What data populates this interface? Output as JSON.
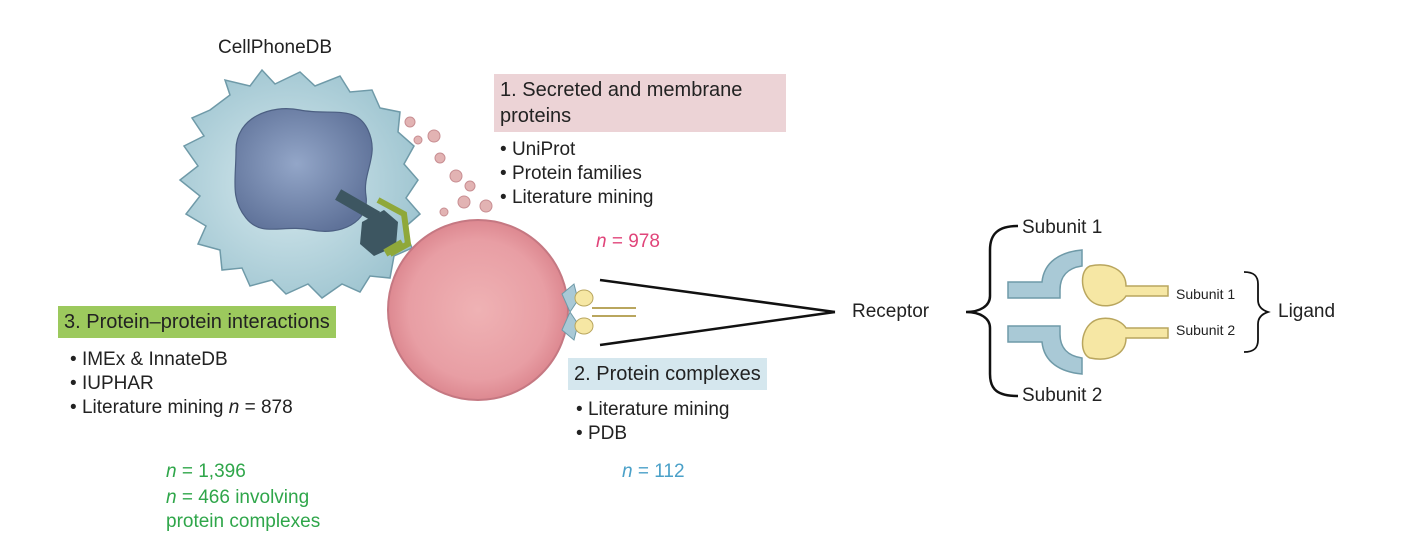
{
  "title": "CellPhoneDB",
  "section1": {
    "heading": "1. Secreted and membrane proteins",
    "bullets": [
      "UniProt",
      "Protein families",
      "Literature mining"
    ],
    "count_var": "n",
    "count_text": " = 978"
  },
  "section2": {
    "heading": "2. Protein complexes",
    "bullets": [
      "Literature mining",
      "PDB"
    ],
    "count_var": "n",
    "count_text": " = 112"
  },
  "section3": {
    "heading": "3. Protein–protein interactions",
    "bullets": [
      "IMEx & InnateDB",
      "IUPHAR",
      "Literature mining "
    ],
    "bullet3_count_var": "n",
    "bullet3_count_text": " = 878",
    "total_var": "n",
    "total_text": " = 1,396",
    "complex_var": "n",
    "complex_text_line1": " = 466 involving",
    "complex_text_line2": "protein complexes"
  },
  "schematic": {
    "receptor_label": "Receptor",
    "receptor_subunit_top": "Subunit 1",
    "receptor_subunit_bottom": "Subunit 2",
    "ligand_subunit_top": "Subunit 1",
    "ligand_subunit_bottom": "Subunit 2",
    "ligand_label": "Ligand"
  },
  "colors": {
    "pink_box": "#ecd3d6",
    "blue_box": "#d5e7ee",
    "green_box": "#9cc95d",
    "pink_count": "#e0457a",
    "blue_count": "#4aa0c8",
    "green_count": "#2fa64a",
    "receptor_blue": "#a9c9d6",
    "ligand_yellow": "#f6e7a4",
    "red_cell": "#e9a3a8",
    "immune_cell": "#b5d4dc",
    "nucleus": "#7b91b8"
  }
}
